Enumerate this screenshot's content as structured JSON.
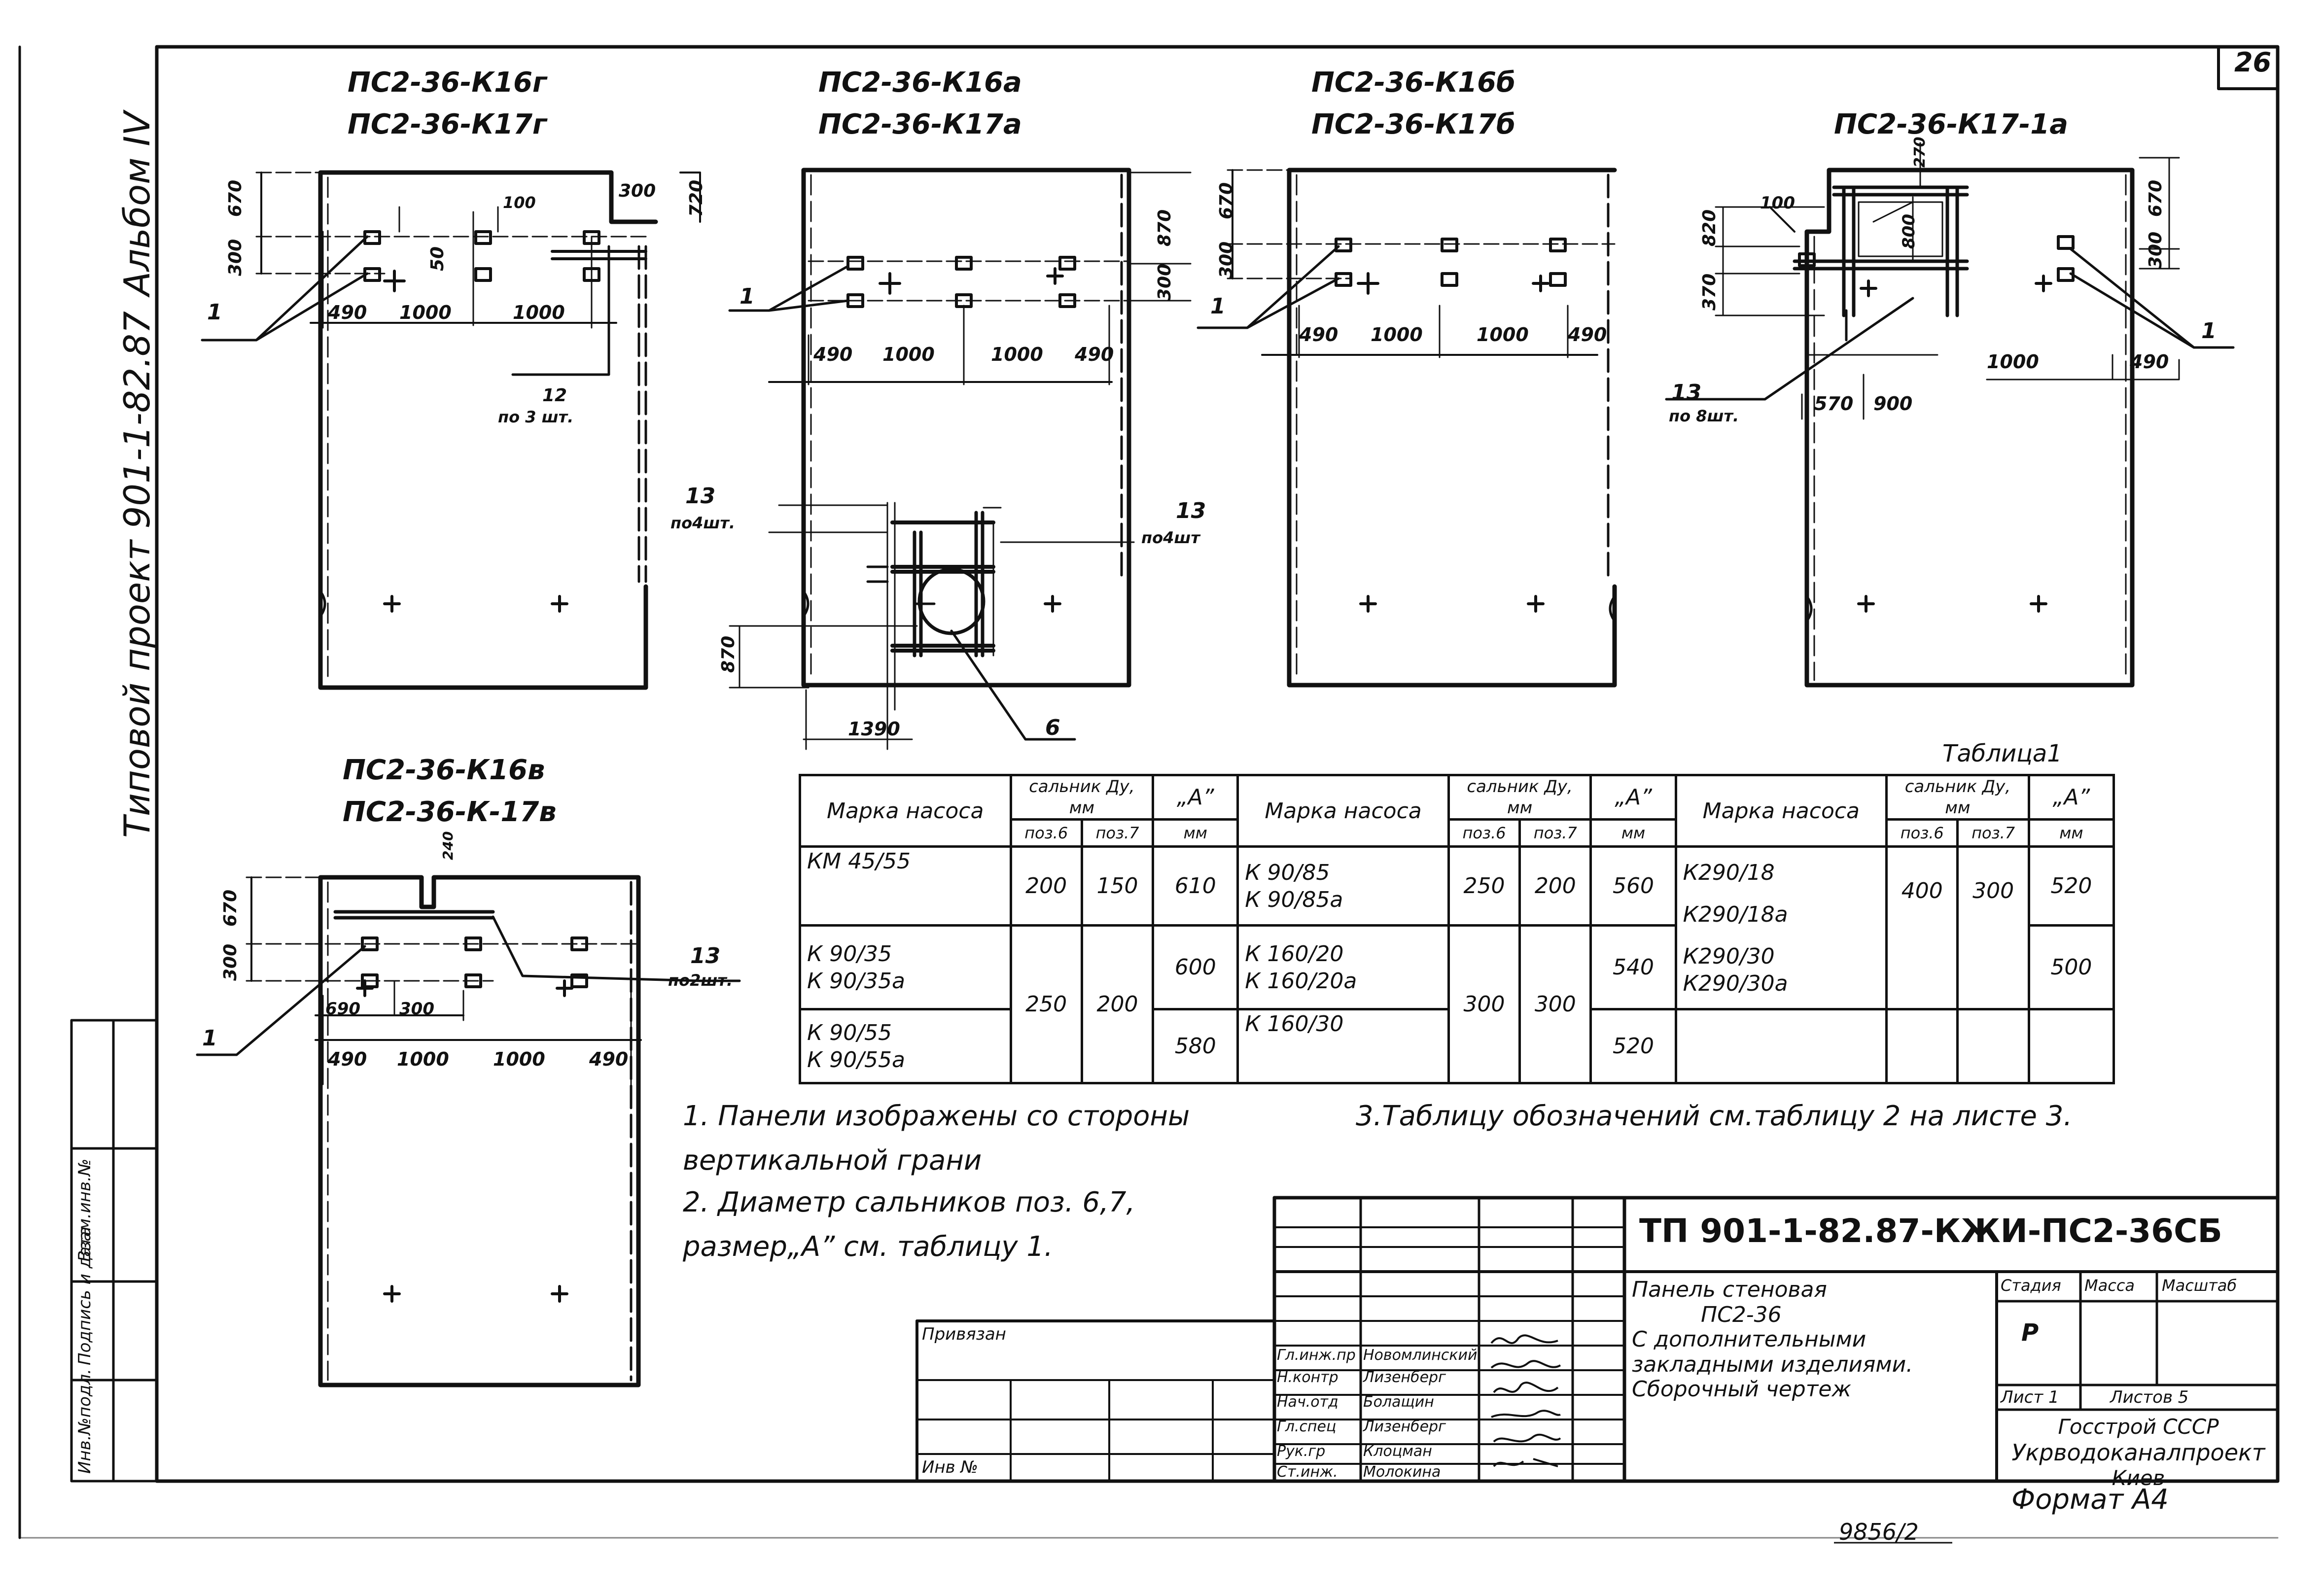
{
  "sheet": {
    "sheet_no": "26",
    "album_label": "Альбом IV",
    "project_label": "Типовой проект 901-1-82.87",
    "inv_no_label": "Инв.№подл.",
    "sign_date_label": "Подпись и дата",
    "vzam_label": "Взам.инв.№",
    "format": "Формат А4",
    "archive_no": "9856/2"
  },
  "drawings": [
    {
      "marks": [
        "ПС2-36-К16г",
        "ПС2-36-К17г"
      ],
      "dims": [
        "300",
        "670",
        "720",
        "300",
        "100",
        "50",
        "490",
        "1000",
        "1000"
      ],
      "callouts": [
        {
          "pos": "1",
          "qty": ""
        },
        {
          "pos": "12",
          "qty": "по 3 шт."
        }
      ]
    },
    {
      "marks": [
        "ПС2-36-К16а",
        "ПС2-36-К17а"
      ],
      "dims": [
        "870",
        "300",
        "490",
        "1000",
        "1000",
        "490",
        "870",
        "1390"
      ],
      "callouts": [
        {
          "pos": "1",
          "qty": ""
        },
        {
          "pos": "13",
          "qty": "по4шт."
        },
        {
          "pos": "13",
          "qty": "по4шт"
        },
        {
          "pos": "6",
          "qty": ""
        }
      ]
    },
    {
      "marks": [
        "ПС2-36-К16б",
        "ПС2-36-К17б"
      ],
      "dims": [
        "300",
        "670",
        "490",
        "1000",
        "1000",
        "490"
      ],
      "callouts": [
        {
          "pos": "1",
          "qty": ""
        }
      ]
    },
    {
      "marks": [
        "ПС2-36-К17-1а"
      ],
      "dims": [
        "100",
        "270",
        "800",
        "370",
        "820",
        "300",
        "670",
        "1000",
        "490",
        "570",
        "900"
      ],
      "callouts": [
        {
          "pos": "13",
          "qty": "по 8шт."
        },
        {
          "pos": "1",
          "qty": ""
        }
      ]
    },
    {
      "marks": [
        "ПС2-36-К16в",
        "ПС2-36-К-17в"
      ],
      "dims": [
        "240",
        "300",
        "670",
        "690",
        "300",
        "490",
        "1000",
        "1000",
        "490"
      ],
      "callouts": [
        {
          "pos": "1",
          "qty": ""
        },
        {
          "pos": "13",
          "qty": "по2шт."
        }
      ]
    }
  ],
  "table": {
    "caption": "Таблица1",
    "head": {
      "mark": "Марка насоса",
      "gland": "сальник Ду, мм",
      "pos6": "поз.6",
      "pos7": "поз.7",
      "a": "„А”",
      "mm": "мм"
    },
    "blocks": [
      {
        "groups": [
          {
            "pumps": [
              "КМ 45/55"
            ],
            "pos6": "200",
            "pos7": "150",
            "a": [
              "610"
            ]
          },
          {
            "pumps": [
              "К 90/35",
              "К 90/35а",
              "К 90/55",
              "К 90/55а"
            ],
            "pos6": "250",
            "pos7": "200",
            "a": [
              "600",
              "580"
            ]
          }
        ]
      },
      {
        "groups": [
          {
            "pumps": [
              "К 90/85",
              "К 90/85а"
            ],
            "pos6": "250",
            "pos7": "200",
            "a": [
              "560"
            ]
          },
          {
            "pumps": [
              "К 160/20",
              "К 160/20а",
              "К 160/30"
            ],
            "pos6": "300",
            "pos7": "300",
            "a": [
              "540",
              "520"
            ]
          }
        ]
      },
      {
        "groups": [
          {
            "pumps": [
              "К290/18",
              "К290/18а",
              "К290/30",
              "К290/30а"
            ],
            "pos6": "400",
            "pos7": "300",
            "a": [
              "520",
              "500"
            ]
          }
        ]
      }
    ]
  },
  "notes": [
    "1. Панели изображены со стороны вертикальной грани",
    "2. Диаметр сальников поз. 6,7, размер„А” см. таблицу 1.",
    "3.Таблицу обозначений см.таблицу 2 на листе 3."
  ],
  "title_block": {
    "doc_code": "ТП 901-1-82.87-КЖИ-ПС2-36СБ",
    "name": [
      "Панель стеновая",
      "ПС2-36",
      "С дополнительными",
      "закладными изделиями.",
      "Сборочный чертеж"
    ],
    "stage_label": "Стадия",
    "mass_label": "Масса",
    "scale_label": "Масштаб",
    "stage": "Р",
    "sheet_label": "Лист 1",
    "sheets_label": "Листов 5",
    "org": [
      "Госстрой СССР",
      "Укрводоканалпроект",
      "Киев"
    ],
    "bound_label": "Привязан",
    "inv_label": "Инв №",
    "signatures": [
      {
        "role": "Гл.инж.пр",
        "name": "Новомлинский"
      },
      {
        "role": "Н.контр",
        "name": "Лизенберг"
      },
      {
        "role": "Нач.отд",
        "name": "Болащин"
      },
      {
        "role": "Гл.спец",
        "name": "Лизенберг"
      },
      {
        "role": "Рук.гр",
        "name": "Клоцман"
      },
      {
        "role": "Ст.инж.",
        "name": "Молокина"
      }
    ]
  }
}
